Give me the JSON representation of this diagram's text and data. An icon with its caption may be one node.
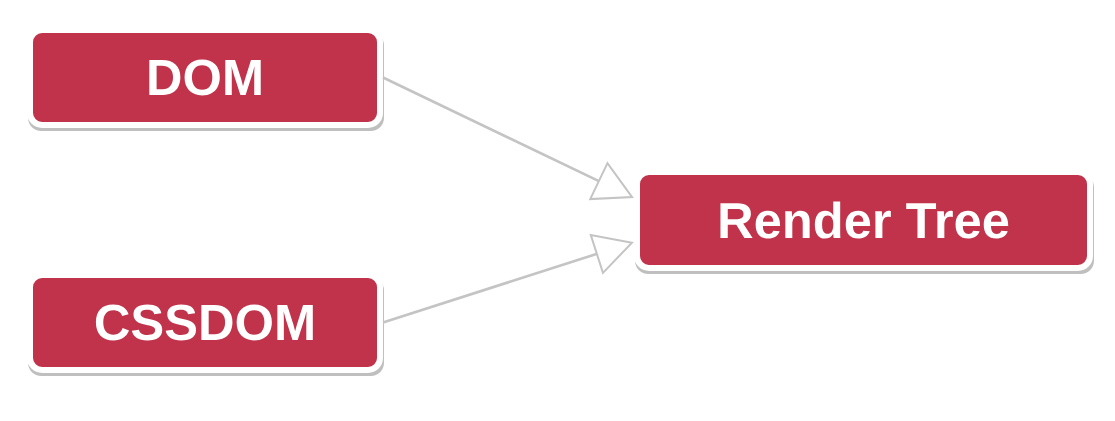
{
  "diagram": {
    "nodes": [
      {
        "text": [
          "DOM"
        ]
      },
      {
        "text": [
          "CSSDOM"
        ]
      },
      {
        "text": [
          "Render Tree"
        ]
      }
    ],
    "edges": [
      {
        "from": 0,
        "to": 2,
        "arrow": "to"
      },
      {
        "from": 1,
        "to": 2,
        "arrow": "to"
      }
    ]
  }
}
